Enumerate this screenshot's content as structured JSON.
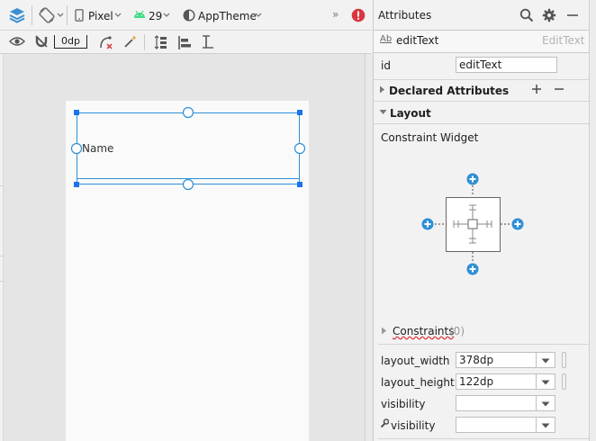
{
  "toolbar": {
    "device": "Pixel",
    "api_level": "29",
    "theme": "AppTheme",
    "more": "»",
    "margin": "0dp"
  },
  "widget": {
    "text": "Name"
  },
  "attributes": {
    "title": "Attributes",
    "component_name": "editText",
    "component_type": "EditText",
    "id_label": "id",
    "id_value": "editText",
    "declared": "Declared Attributes",
    "layout": "Layout",
    "constraint_widget": "Constraint Widget",
    "constraints_label": "Constraints",
    "constraints_count": "(0)",
    "layout_width_label": "layout_width",
    "layout_width_value": "378dp",
    "layout_height_label": "layout_height",
    "layout_height_value": "122dp",
    "visibility_label": "visibility",
    "tools_visibility_label": "visibility",
    "visibility_value": "",
    "tools_visibility_value": ""
  },
  "colors": {
    "accent": "#2e8fd6",
    "selection": "#1a73e8",
    "error": "#d9363e",
    "android_green": "#3ddc84"
  }
}
